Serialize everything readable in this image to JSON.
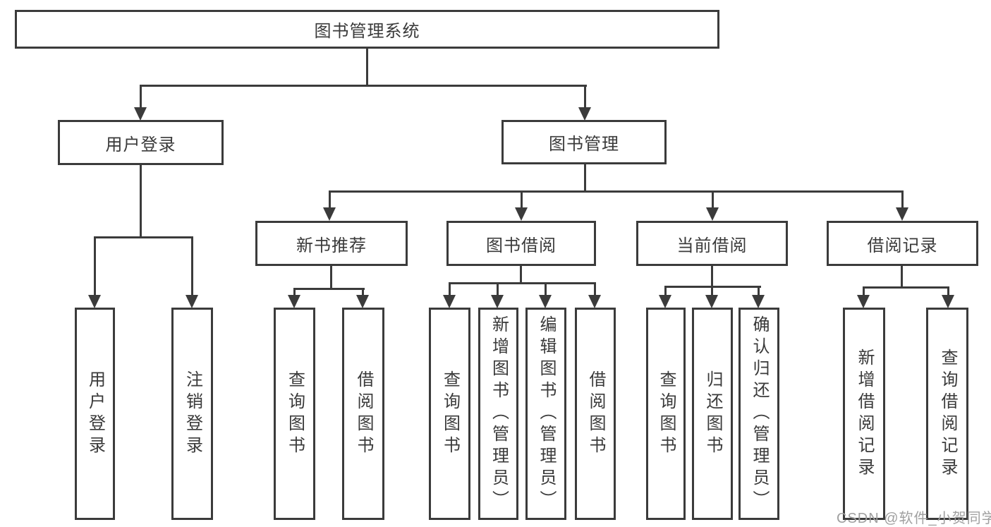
{
  "tree": {
    "label": "图书管理系统",
    "children": [
      {
        "label": "用户登录",
        "children": [
          {
            "label": "用户登录"
          },
          {
            "label": "注销登录"
          }
        ]
      },
      {
        "label": "图书管理",
        "children": [
          {
            "label": "新书推荐",
            "children": [
              {
                "label": "查询图书"
              },
              {
                "label": "借阅图书"
              }
            ]
          },
          {
            "label": "图书借阅",
            "children": [
              {
                "label": "查询图书"
              },
              {
                "label": "新增图书（管理员）"
              },
              {
                "label": "编辑图书（管理员）"
              },
              {
                "label": "借阅图书"
              }
            ]
          },
          {
            "label": "当前借阅",
            "children": [
              {
                "label": "查询图书"
              },
              {
                "label": "归还图书"
              },
              {
                "label": "确认归还（管理员）"
              }
            ]
          },
          {
            "label": "借阅记录",
            "children": [
              {
                "label": "新增借阅记录"
              },
              {
                "label": "查询借阅记录"
              }
            ]
          }
        ]
      }
    ]
  },
  "watermark": "CSDN @软件_小贺同学",
  "colors": {
    "line": "#3b3b3b",
    "text": "#3a3a3a",
    "watermark": "#a0a0a0",
    "background": "#ffffff"
  }
}
